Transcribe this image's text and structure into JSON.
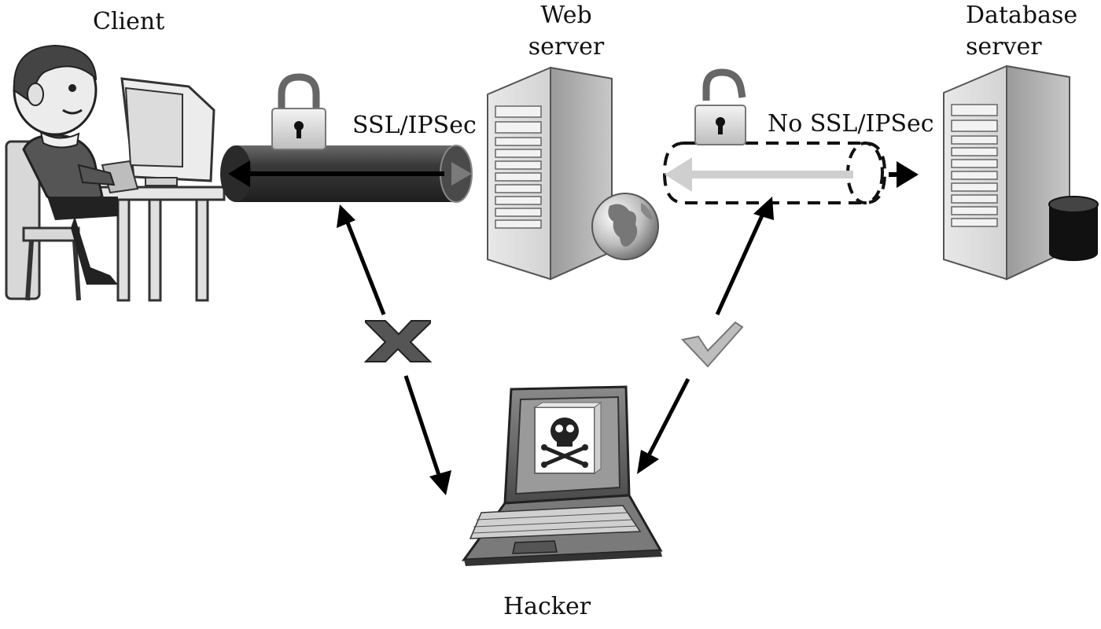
{
  "nodes": {
    "client": {
      "label": "Client",
      "icon": "client-computer-icon"
    },
    "web_server": {
      "label_line1": "Web",
      "label_line2": "server",
      "icon": "server-tower-icon"
    },
    "db_server": {
      "label_line1": "Database",
      "label_line2": "server",
      "icon": "database-server-icon"
    },
    "hacker": {
      "label": "Hacker",
      "icon": "hacker-laptop-icon"
    }
  },
  "links": {
    "secure": {
      "label": "SSL/IPSec",
      "icon": "locked-padlock-icon",
      "attack_result": "blocked"
    },
    "insecure": {
      "label": "No SSL/IPSec",
      "icon": "unlocked-padlock-icon",
      "attack_result": "succeeds"
    }
  },
  "colors": {
    "secure_tunnel": "#3a3a3a",
    "insecure_tunnel_stroke": "#111111",
    "insecure_arrow": "#cfcfcf",
    "block_mark": "#555555",
    "success_mark": "#bdbdbd"
  }
}
